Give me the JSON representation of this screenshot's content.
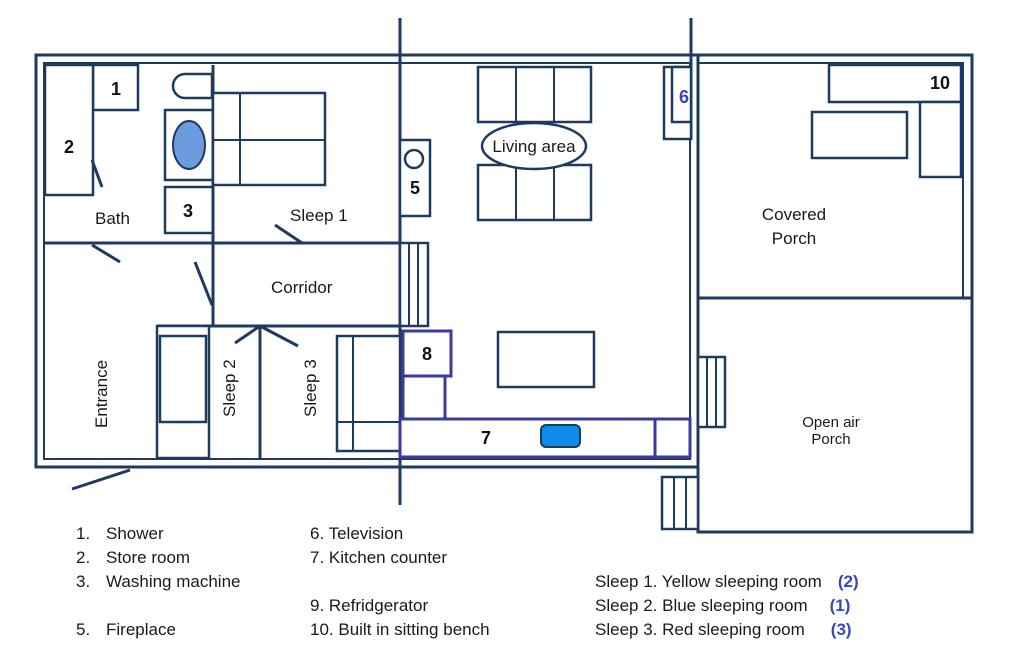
{
  "rooms": {
    "bath": "Bath",
    "sleep1": "Sleep  1",
    "corridor": "Corridor",
    "entrance": "Entrance",
    "sleep2": "Sleep 2",
    "sleep3": "Sleep 3",
    "living_area": "Living area",
    "covered_porch_line1": "Covered",
    "covered_porch_line2": "Porch",
    "open_porch_line1": "Open air",
    "open_porch_line2": "Porch"
  },
  "markers": {
    "m1": "1",
    "m2": "2",
    "m3": "3",
    "m5": "5",
    "m6": "6",
    "m7": "7",
    "m8": "8",
    "m10": "10"
  },
  "legend": {
    "items_left": [
      {
        "num": "1.",
        "label": "Shower"
      },
      {
        "num": "2.",
        "label": "Store room"
      },
      {
        "num": "3.",
        "label": "Washing machine"
      },
      {
        "num": "5.",
        "label": "Fireplace"
      }
    ],
    "items_mid": [
      {
        "text": "6. Television"
      },
      {
        "text": "7. Kitchen counter"
      },
      {
        "text": "9. Refridgerator"
      },
      {
        "text": "10.  Built in sitting bench"
      }
    ],
    "sleep_rooms": [
      {
        "label": "Sleep 1. Yellow sleeping room",
        "rank": "(2)"
      },
      {
        "label": "Sleep 2. Blue sleeping room",
        "rank": "(1)"
      },
      {
        "label": "Sleep 3. Red sleeping room",
        "rank": "(3)"
      }
    ]
  },
  "colors": {
    "wall": "#1f3a5f",
    "accent": "#3b44c4",
    "sink": "#0f8ce8",
    "toilet": "#6d9be0"
  }
}
